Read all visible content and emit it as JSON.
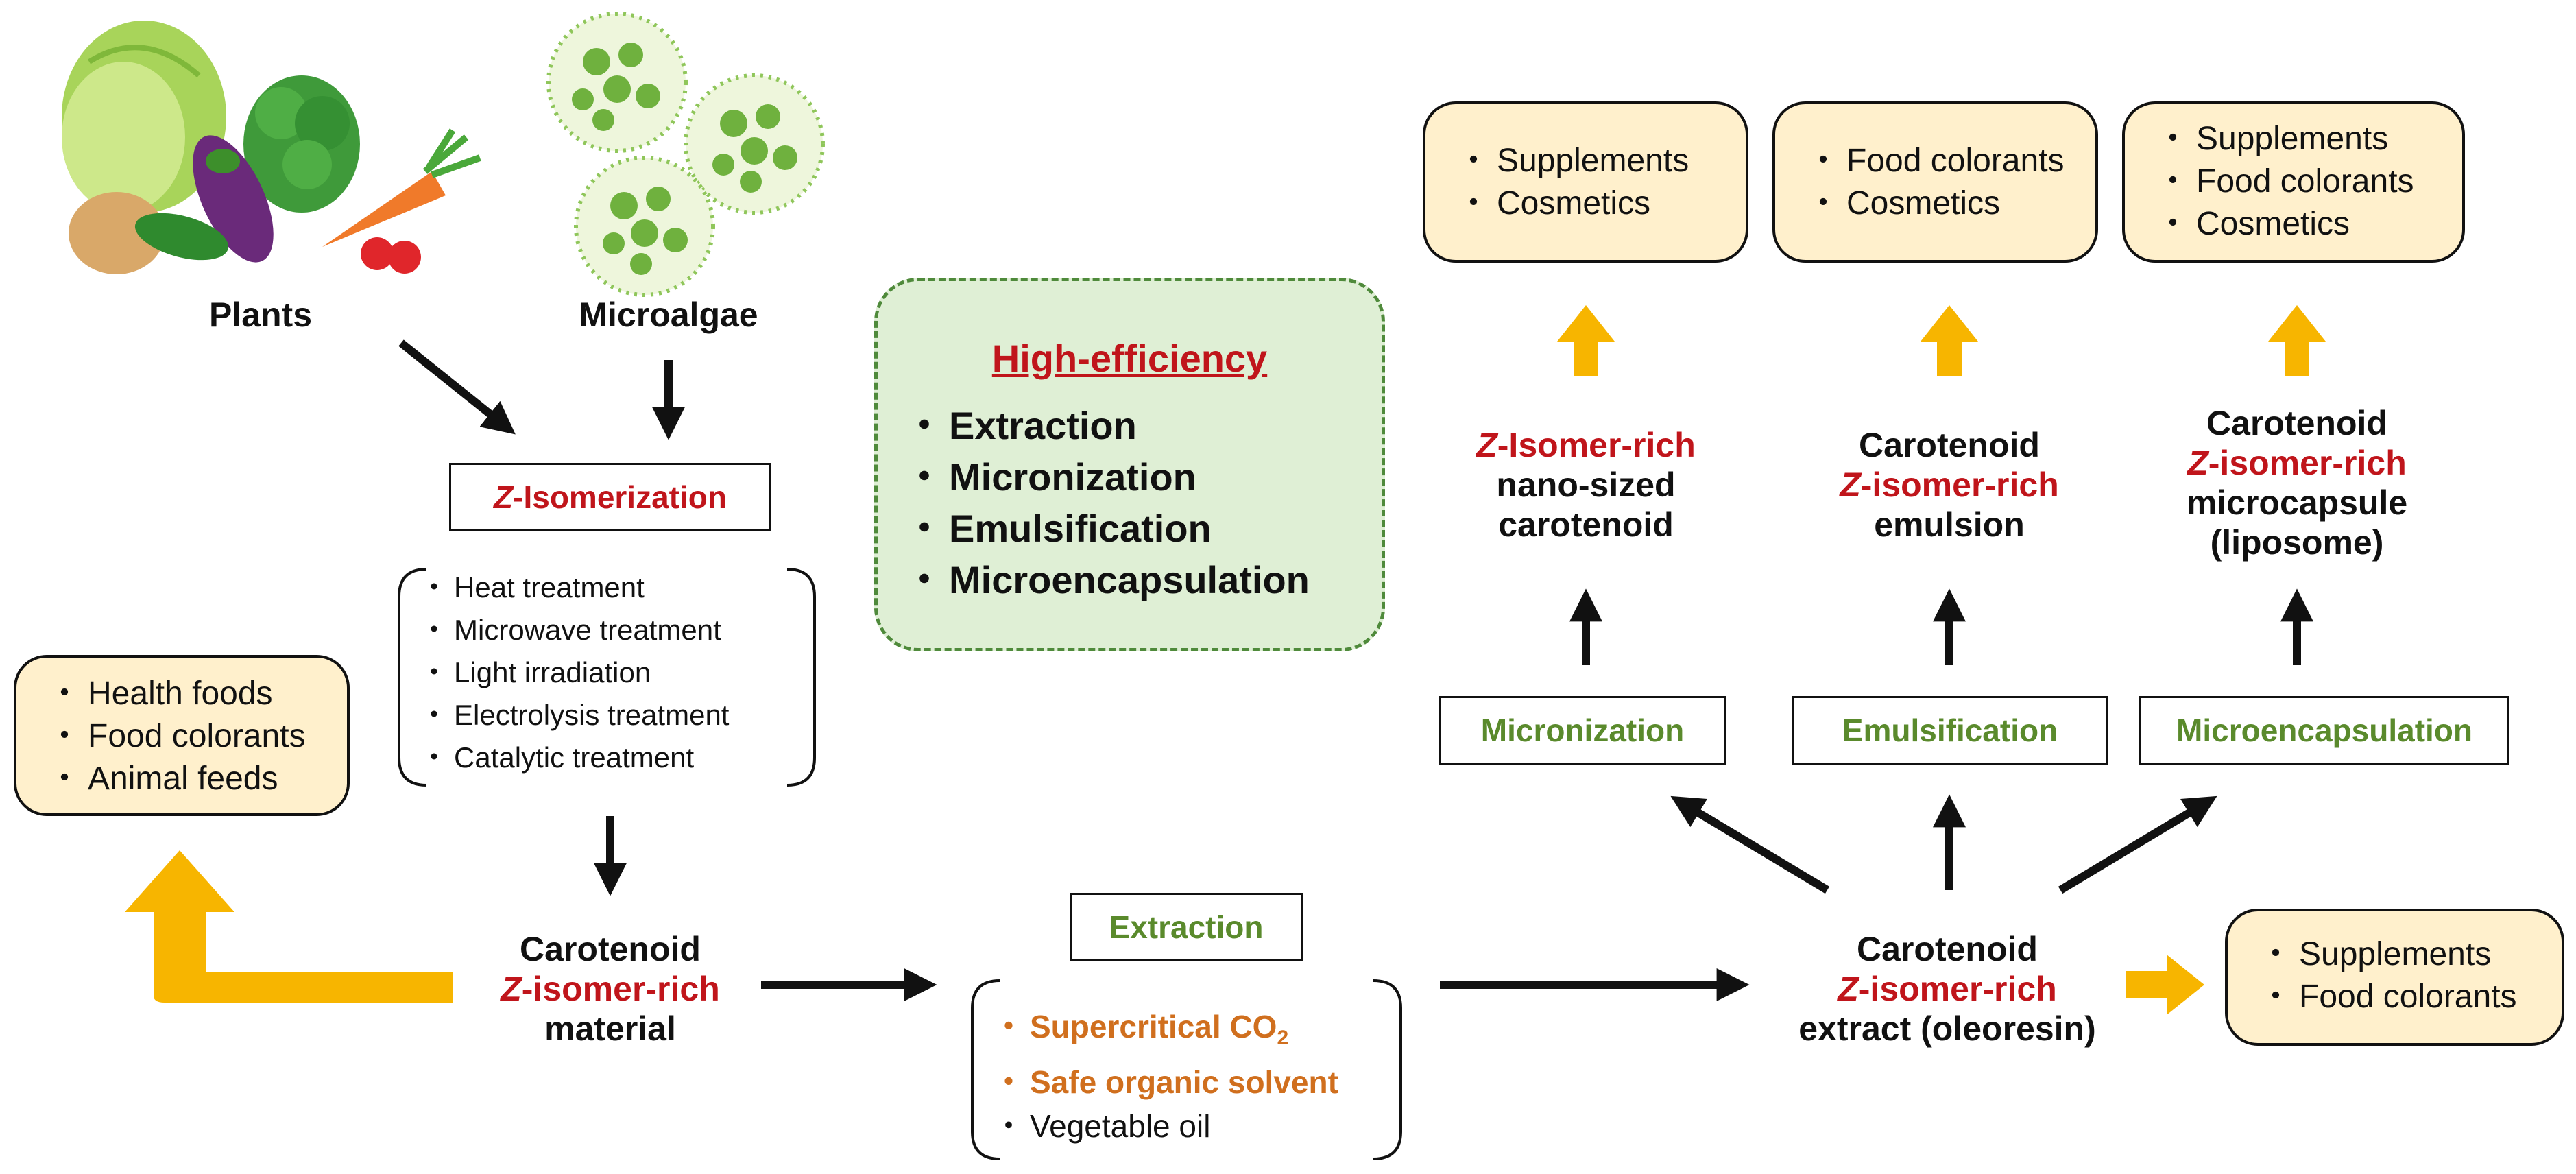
{
  "sources": {
    "plants_label": "Plants",
    "microalgae_label": "Microalgae"
  },
  "isomerization": {
    "prefix": "Z",
    "title_rest": "-Isomerization",
    "methods": [
      "Heat treatment",
      "Microwave treatment",
      "Light irradiation",
      "Electrolysis treatment",
      "Catalytic treatment"
    ]
  },
  "left_uses": [
    "Health foods",
    "Food colorants",
    "Animal feeds"
  ],
  "material": {
    "line1": "Carotenoid",
    "z": "Z",
    "line2_rest": "-isomer-rich",
    "line3": "material"
  },
  "high_efficiency": {
    "title": "High-efficiency",
    "items": [
      "Extraction",
      "Micronization",
      "Emulsification",
      "Microencapsulation"
    ]
  },
  "extraction": {
    "title": "Extraction",
    "supercritical": "Supercritical CO",
    "co2_sub": "2",
    "safe_solvent": "Safe organic solvent",
    "vegetable_oil": "Vegetable oil"
  },
  "extract": {
    "line1": "Carotenoid",
    "z": "Z",
    "line2_rest": "-isomer-rich",
    "line3": "extract (oleoresin)"
  },
  "extract_uses": [
    "Supplements",
    "Food colorants"
  ],
  "processes": {
    "micronization": "Micronization",
    "emulsification": "Emulsification",
    "microencapsulation": "Microencapsulation"
  },
  "products": {
    "nano": {
      "z": "Z",
      "line1_rest": "-Isomer-rich",
      "line2": "nano-sized",
      "line3": "carotenoid"
    },
    "emulsion": {
      "line1": "Carotenoid",
      "z": "Z",
      "line2_rest": "-isomer-rich",
      "line3": "emulsion"
    },
    "capsule": {
      "line1": "Carotenoid",
      "z": "Z",
      "line2_rest": "-isomer-rich",
      "line3": "microcapsule",
      "line4": "(liposome)"
    }
  },
  "top_uses": {
    "nano": [
      "Supplements",
      "Cosmetics"
    ],
    "emulsion": [
      "Food colorants",
      "Cosmetics"
    ],
    "capsule": [
      "Supplements",
      "Food colorants",
      "Cosmetics"
    ]
  },
  "colors": {
    "red": "#c0151b",
    "green": "#5a8a2c",
    "orange": "#d06f1e",
    "yellow_arrow": "#f7b500",
    "panel_green": "#dfefd5",
    "box_yellow": "#fff0cc"
  }
}
